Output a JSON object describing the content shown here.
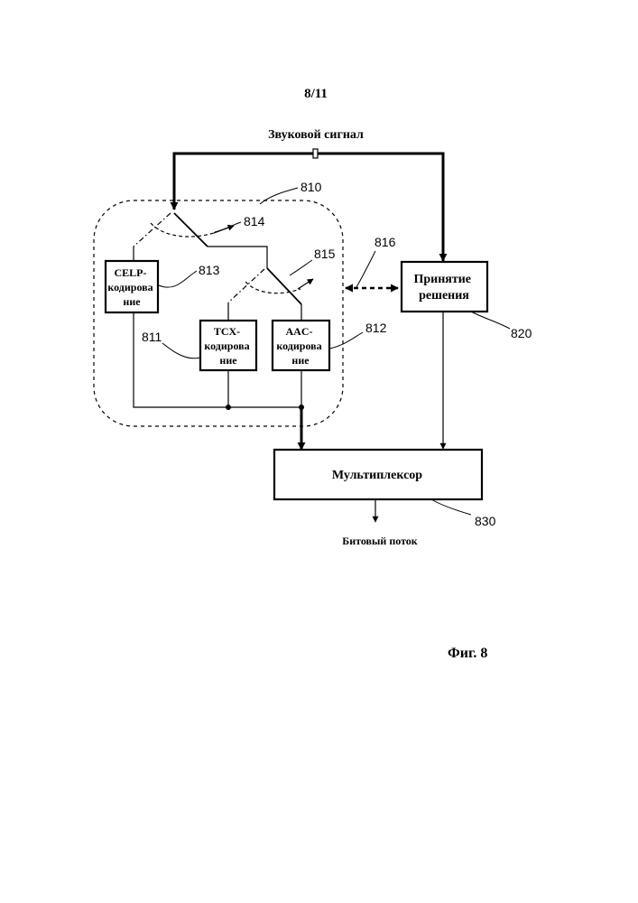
{
  "page_number": "8/11",
  "input_label": "Звуковой сигнал",
  "output_label": "Битовый поток",
  "figure_caption": "Фиг. 8",
  "blocks": {
    "celp": [
      "CELP-",
      "кодирова",
      "ние"
    ],
    "tcx": [
      "TCX-",
      "кодирова",
      "ние"
    ],
    "aac": [
      "AAC-",
      "кодирова",
      "ние"
    ],
    "decision": [
      "Принятие",
      "решения"
    ],
    "mux": "Мультиплексор"
  },
  "refs": {
    "r810": "810",
    "r811": "811",
    "r812": "812",
    "r813": "813",
    "r814": "814",
    "r815": "815",
    "r816": "816",
    "r820": "820",
    "r830": "830"
  }
}
